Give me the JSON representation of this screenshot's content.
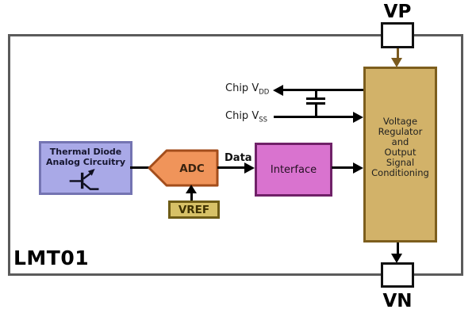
{
  "chip": {
    "label": "LMT01"
  },
  "pins": {
    "vp": "VP",
    "vn": "VN"
  },
  "blocks": {
    "thermal": {
      "line1": "Thermal Diode",
      "line2": "Analog Circuitry"
    },
    "adc": {
      "label": "ADC"
    },
    "vref": {
      "label": "VREF"
    },
    "interface": {
      "label": "Interface"
    },
    "regulator": {
      "lines": [
        "Voltage",
        "Regulator",
        "and",
        "Output",
        "Signal",
        "Conditioning"
      ]
    }
  },
  "signals": {
    "data_label": "Data",
    "chip_vdd": {
      "text": "Chip V",
      "sub": "DD"
    },
    "chip_vss": {
      "text": "Chip V",
      "sub": "SS"
    }
  },
  "colors": {
    "outline": "#5b5b5b",
    "regulator_fill": "#d2b269",
    "regulator_border": "#7d5e1d",
    "thermal_fill": "#a9a9e7",
    "thermal_border": "#7474b2",
    "adc_fill": "#f0945a",
    "adc_border": "#a34d1b",
    "vref_fill": "#d7c167",
    "vref_border": "#6e5c16",
    "interface_fill": "#d973cf",
    "interface_border": "#702168",
    "vp_arrow": "#7a5a1e",
    "signal": "#000000"
  }
}
